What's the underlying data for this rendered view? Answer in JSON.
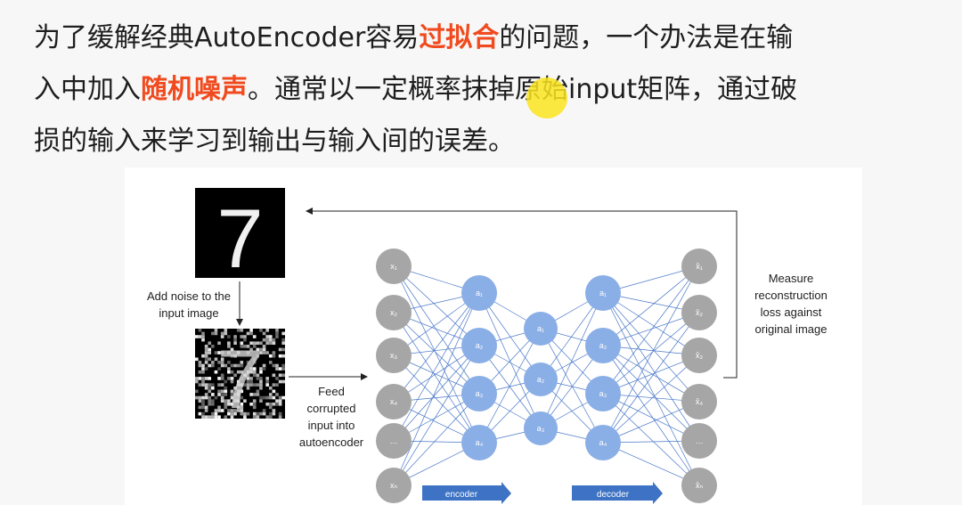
{
  "paragraph": {
    "lines": [
      [
        {
          "text": "为了缓解经典AutoEncoder容易",
          "hl": false
        },
        {
          "text": "过拟合",
          "hl": true
        },
        {
          "text": "的问题，一个办法是在输",
          "hl": false
        }
      ],
      [
        {
          "text": "入中加入",
          "hl": false
        },
        {
          "text": "随机噪声",
          "hl": true
        },
        {
          "text": "。通常以一定概率抹掉原始input矩阵，通过破",
          "hl": false
        }
      ],
      [
        {
          "text": "损的输入来学习到输出与输入间的误差。",
          "hl": false
        }
      ]
    ]
  },
  "colors": {
    "highlight": "#f04a1e",
    "gray_node": "#a6a6a6",
    "blue_node": "#8aaee6",
    "edge": "#4a78c8",
    "arrow_box": "#3d72c4",
    "cursor": "#fae41e"
  },
  "diagram": {
    "labels": {
      "add_noise": [
        "Add noise to the",
        "input image"
      ],
      "feed": [
        "Feed",
        "corrupted",
        "input into",
        "autoencoder"
      ],
      "measure": [
        "Measure",
        "reconstruction",
        "loss against",
        "original image"
      ],
      "encoder": "encoder",
      "decoder": "decoder"
    },
    "clean_digit": "7",
    "noisy_digit": "7",
    "layers": [
      {
        "name": "input",
        "color": "gray",
        "nodes": [
          "x₁",
          "x₂",
          "x₃",
          "x₄",
          "…",
          "xₙ"
        ]
      },
      {
        "name": "encoder-hidden",
        "color": "blue",
        "nodes": [
          "a₁",
          "a₂",
          "a₃",
          "a₄"
        ]
      },
      {
        "name": "bottleneck",
        "color": "blue",
        "nodes": [
          "a₁",
          "a₂",
          "a₃"
        ]
      },
      {
        "name": "decoder-hidden",
        "color": "blue",
        "nodes": [
          "a₁",
          "a₂",
          "a₃",
          "a₄"
        ]
      },
      {
        "name": "output",
        "color": "gray",
        "nodes": [
          "x̂₁",
          "x̂₂",
          "x̂₃",
          "x̂₄",
          "…",
          "x̂ₙ"
        ]
      }
    ]
  }
}
